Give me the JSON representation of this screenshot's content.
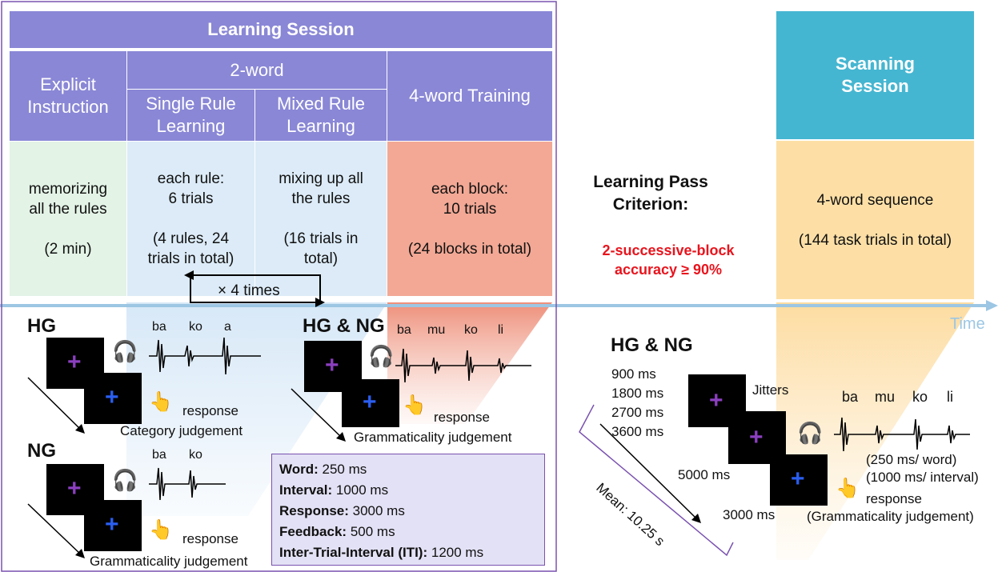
{
  "learning_session": {
    "title": "Learning Session",
    "explicit": {
      "header": "Explicit\nInstruction",
      "body": "memorizing\nall the rules\n\n(2 min)"
    },
    "two_word": "2-word",
    "single": {
      "header": "Single Rule\nLearning",
      "body": "each rule:\n6 trials\n\n(4 rules, 24\ntrials in total)"
    },
    "mixed": {
      "header": "Mixed Rule\nLearning",
      "body": "mixing up all\nthe rules\n\n(16 trials in\ntotal)"
    },
    "four_word": {
      "header": "4-word Training",
      "body": "each block:\n10 trials\n\n(24 blocks in total)"
    },
    "repeat": "× 4 times"
  },
  "criterion": {
    "title": "Learning Pass\nCriterion:",
    "rule": "2-successive-block\naccuracy ≥ 90%"
  },
  "scanning": {
    "title": "Scanning\nSession",
    "body": "4-word sequence\n\n(144 task trials in total)"
  },
  "time_label": "Time",
  "hg": {
    "label": "HG",
    "syllables": [
      "ba",
      "ko",
      "a"
    ],
    "response": "response",
    "judgement": "Category judgement"
  },
  "ng": {
    "label": "NG",
    "syllables": [
      "ba",
      "ko"
    ],
    "response": "response",
    "judgement": "Grammaticality judgement"
  },
  "hgng_learning": {
    "label": "HG & NG",
    "syllables": [
      "ba",
      "mu",
      "ko",
      "li"
    ],
    "response": "response",
    "judgement": "Grammaticality judgement"
  },
  "timing": [
    {
      "key": "Word:",
      "value": " 250 ms"
    },
    {
      "key": "Interval:",
      "value": " 1000 ms"
    },
    {
      "key": "Response:",
      "value": " 3000 ms"
    },
    {
      "key": "Feedback:",
      "value": " 500 ms"
    },
    {
      "key": "Inter-Trial-Interval (ITI):",
      "value": " 1200 ms"
    }
  ],
  "hgng_scan": {
    "label": "HG & NG",
    "jitter_values": "900 ms\n1800 ms\n2700 ms\n3600 ms",
    "jitters": "Jitters",
    "syllables": [
      "ba",
      "mu",
      "ko",
      "li"
    ],
    "per_word": "(250 ms/ word)\n(1000 ms/ interval)",
    "t5000": "5000 ms",
    "t3000": "3000 ms",
    "mean": "Mean: 10.25 s",
    "response": "response",
    "judgement": "(Grammaticality judgement)"
  },
  "colors": {
    "header": "#8a87d6",
    "scan": "#45b6d1",
    "green": "#e3f3e6",
    "blue": "#dcebf7",
    "salmon": "#f2a895",
    "orange": "#fddfa6",
    "criterion": "#e8141d"
  }
}
